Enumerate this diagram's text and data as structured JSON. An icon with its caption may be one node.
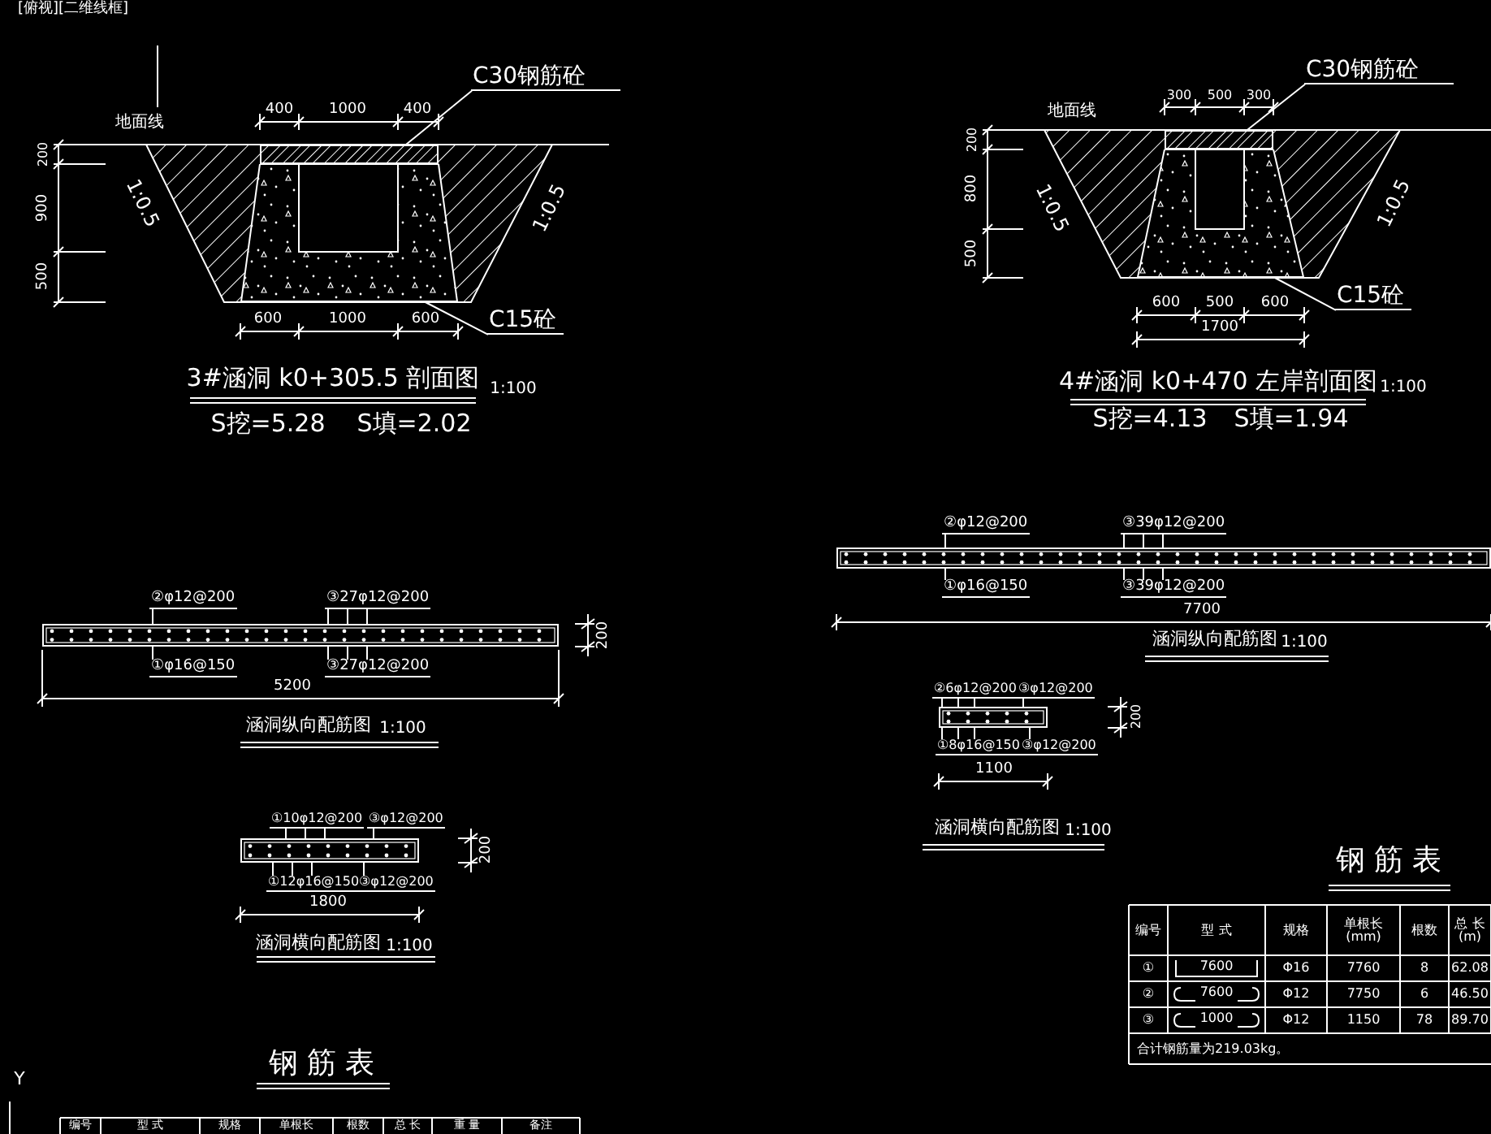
{
  "diagram": {
    "nodes": [
      {
        "text": [
          "C30钢筋砼"
        ]
      },
      {
        "text": [],
        "shape": "box"
      },
      {
        "text": [
          "C15砼"
        ]
      },
      {
        "text": [],
        "shape": "trapezoid"
      },
      {
        "text": [
          "C30钢筋砼"
        ]
      },
      {
        "text": [],
        "shape": "box"
      },
      {
        "text": [
          "C15砼"
        ]
      },
      {
        "text": [],
        "shape": "trapezoid"
      },
      {
        "text": [],
        "shape": "bar"
      },
      {
        "text": [
          "②φ12@200"
        ]
      },
      {
        "text": [
          "①φ16@150"
        ]
      },
      {
        "text": [
          "③27φ12@200"
        ]
      },
      {
        "text": [
          "③27φ12@200"
        ]
      },
      {
        "text": [],
        "shape": "bar"
      },
      {
        "text": [
          "①10φ12@200"
        ]
      },
      {
        "text": [
          "③φ12@200"
        ]
      },
      {
        "text": [
          "①12φ16@150"
        ]
      },
      {
        "text": [
          "③φ12@200"
        ]
      },
      {
        "text": [],
        "shape": "bar"
      },
      {
        "text": [
          "②φ12@200"
        ]
      },
      {
        "text": [
          "①φ16@150"
        ]
      },
      {
        "text": [
          "③39φ12@200"
        ]
      },
      {
        "text": [
          "③39φ12@200"
        ]
      },
      {
        "text": [],
        "shape": "bar"
      },
      {
        "text": [
          "②6φ12@200"
        ]
      },
      {
        "text": [
          "③φ12@200"
        ]
      },
      {
        "text": [
          "①8φ16@150"
        ]
      },
      {
        "text": [
          "③φ12@200"
        ]
      }
    ],
    "edges": [
      {
        "from": 0,
        "to": 1,
        "arrow": "none"
      },
      {
        "from": 2,
        "to": 3,
        "arrow": "none"
      },
      {
        "from": 4,
        "to": 5,
        "arrow": "none"
      },
      {
        "from": 6,
        "to": 7,
        "arrow": "none"
      },
      {
        "from": 9,
        "to": 8,
        "arrow": "none"
      },
      {
        "from": 10,
        "to": 8,
        "arrow": "none"
      },
      {
        "from": 11,
        "to": 8,
        "arrow": "none"
      },
      {
        "from": 12,
        "to": 8,
        "arrow": "none"
      },
      {
        "from": 14,
        "to": 13,
        "arrow": "none"
      },
      {
        "from": 15,
        "to": 13,
        "arrow": "none"
      },
      {
        "from": 16,
        "to": 13,
        "arrow": "none"
      },
      {
        "from": 17,
        "to": 13,
        "arrow": "none"
      },
      {
        "from": 19,
        "to": 18,
        "arrow": "none"
      },
      {
        "from": 20,
        "to": 18,
        "arrow": "none"
      },
      {
        "from": 21,
        "to": 18,
        "arrow": "none"
      },
      {
        "from": 22,
        "to": 18,
        "arrow": "none"
      },
      {
        "from": 24,
        "to": 23,
        "arrow": "none"
      },
      {
        "from": 25,
        "to": 23,
        "arrow": "none"
      },
      {
        "from": 26,
        "to": 23,
        "arrow": "none"
      },
      {
        "from": 27,
        "to": 23,
        "arrow": "none"
      }
    ],
    "labels": [
      "[俯视][二维线框]",
      "地面线",
      "400",
      "1000",
      "400",
      "200",
      "900",
      "500",
      "1:0.5",
      "1:0.5",
      "600",
      "1000",
      "600",
      "3#涵洞 k0+305.5 剖面图",
      "1:100",
      "S挖=5.28",
      "S填=2.02",
      "地面线",
      "300",
      "500",
      "300",
      "200",
      "800",
      "500",
      "1:0.5",
      "1:0.5",
      "600",
      "500",
      "600",
      "1700",
      "4#涵洞 k0+470 左岸剖面图",
      "1:100",
      "S挖=4.13",
      "S填=1.94",
      "7700",
      "涵洞纵向配筋图",
      "1:100",
      "200",
      "5200",
      "涵洞纵向配筋图",
      "1:100",
      "200",
      "1100",
      "涵洞横向配筋图",
      "1:100",
      "200",
      "1800",
      "涵洞横向配筋图",
      "1:100",
      "钢 筋 表",
      "编号",
      "型 式",
      "规格",
      "单根长 (mm)",
      "根数",
      "总 长 (m)",
      "①",
      "7600",
      "Φ16",
      "7760",
      "8",
      "62.08",
      "②",
      "7600",
      "Φ12",
      "7750",
      "6",
      "46.50",
      "③",
      "1000",
      "Φ12",
      "1150",
      "78",
      "89.70",
      "合计钢筋量为219.03kg。",
      "钢 筋 表",
      "编号",
      "型 式",
      "规格",
      "单根长",
      "根数",
      "总 长",
      "重 量",
      "备注",
      "Y"
    ]
  }
}
